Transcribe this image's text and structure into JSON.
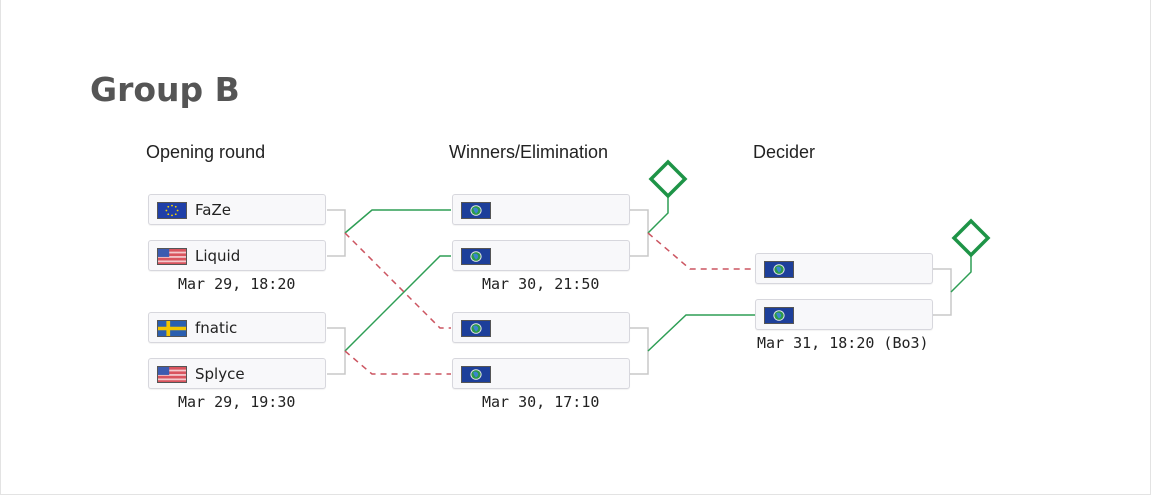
{
  "group": {
    "title": "Group B"
  },
  "rounds": {
    "opening": "Opening round",
    "winners_elimination": "Winners/Elimination",
    "decider": "Decider"
  },
  "teams": {
    "faze": "FaZe",
    "liquid": "Liquid",
    "fnatic": "fnatic",
    "splyce": "Splyce"
  },
  "flags": {
    "faze": "eu-flag-icon",
    "liquid": "us-flag-icon",
    "fnatic": "se-flag-icon",
    "splyce": "us-flag-icon",
    "tbd": "world-flag-icon"
  },
  "matches": {
    "opening_1_time": "Mar 29, 18:20",
    "opening_2_time": "Mar 29, 19:30",
    "winners_time": "Mar 30, 21:50",
    "elimination_time": "Mar 30, 17:10",
    "decider_time": "Mar 31, 18:20 (Bo3)"
  },
  "colors": {
    "win_line": "#2e9e55",
    "loss_line": "#cc5561",
    "connector": "#c8c8c8",
    "advance_marker": "#1e9447"
  }
}
